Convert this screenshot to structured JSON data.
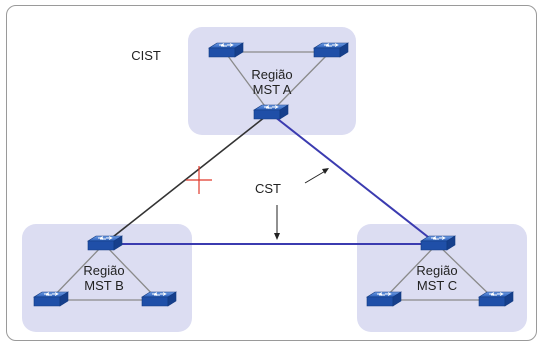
{
  "labels": {
    "cist": "CIST",
    "cst": "CST",
    "region_a": [
      "Região",
      "MST A"
    ],
    "region_b": [
      "Região",
      "MST B"
    ],
    "region_c": [
      "Região",
      "MST C"
    ]
  },
  "colors": {
    "region_fill": "#dcddf2",
    "cst_link": "#3b3bb0",
    "cist_link": "#333333",
    "blocked_marker": "#e0392b",
    "switch_body": "#1f4fa8"
  },
  "icons": [
    "switch-icon",
    "blocked-port-icon",
    "arrow-icon"
  ]
}
